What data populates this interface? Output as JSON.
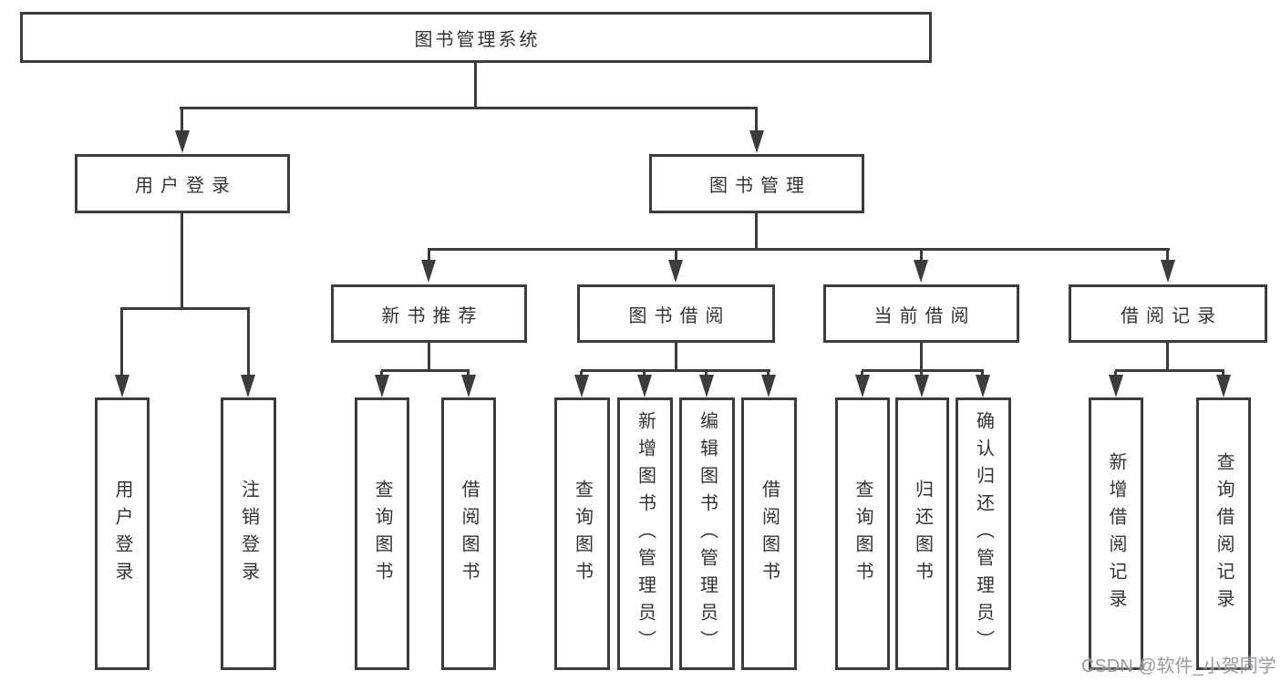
{
  "nodes": {
    "root": {
      "label": "图书管理系统"
    },
    "user_login": {
      "label": "用户登录"
    },
    "book_mgmt": {
      "label": "图书管理"
    },
    "new_book_rec": {
      "label": "新书推荐"
    },
    "book_borrow": {
      "label": "图书借阅"
    },
    "current_borrow": {
      "label": "当前借阅"
    },
    "borrow_records": {
      "label": "借阅记录"
    },
    "leaf_user_login": {
      "label": "用户登录"
    },
    "leaf_logout": {
      "label": "注销登录"
    },
    "leaf_query_book_rec": {
      "label": "查询图书"
    },
    "leaf_borrow_book_rec": {
      "label": "借阅图书"
    },
    "leaf_query_book_borrow": {
      "label": "查询图书"
    },
    "leaf_add_book": {
      "label": "新增图书（管理员）"
    },
    "leaf_edit_book": {
      "label": "编辑图书（管理员）"
    },
    "leaf_borrow_book_borrow": {
      "label": "借阅图书"
    },
    "leaf_query_book_current": {
      "label": "查询图书"
    },
    "leaf_return_book": {
      "label": "归还图书"
    },
    "leaf_confirm_return": {
      "label": "确认归还（管理员）"
    },
    "leaf_add_record": {
      "label": "新增借阅记录"
    },
    "leaf_query_record": {
      "label": "查询借阅记录"
    }
  },
  "hierarchy": [
    {
      "parent": "图书管理系统",
      "children": [
        "用户登录",
        "图书管理"
      ]
    },
    {
      "parent": "用户登录",
      "children": [
        "用户登录",
        "注销登录"
      ]
    },
    {
      "parent": "图书管理",
      "children": [
        "新书推荐",
        "图书借阅",
        "当前借阅",
        "借阅记录"
      ]
    },
    {
      "parent": "新书推荐",
      "children": [
        "查询图书",
        "借阅图书"
      ]
    },
    {
      "parent": "图书借阅",
      "children": [
        "查询图书",
        "新增图书（管理员）",
        "编辑图书（管理员）",
        "借阅图书"
      ]
    },
    {
      "parent": "当前借阅",
      "children": [
        "查询图书",
        "归还图书",
        "确认归还（管理员）"
      ]
    },
    {
      "parent": "借阅记录",
      "children": [
        "新增借阅记录",
        "查询借阅记录"
      ]
    }
  ],
  "watermark": "CSDN @软件_小贺同学",
  "colors": {
    "line": "#3c3c3c",
    "text": "#333333",
    "background": "#ffffff",
    "watermark": "#878a8f"
  }
}
